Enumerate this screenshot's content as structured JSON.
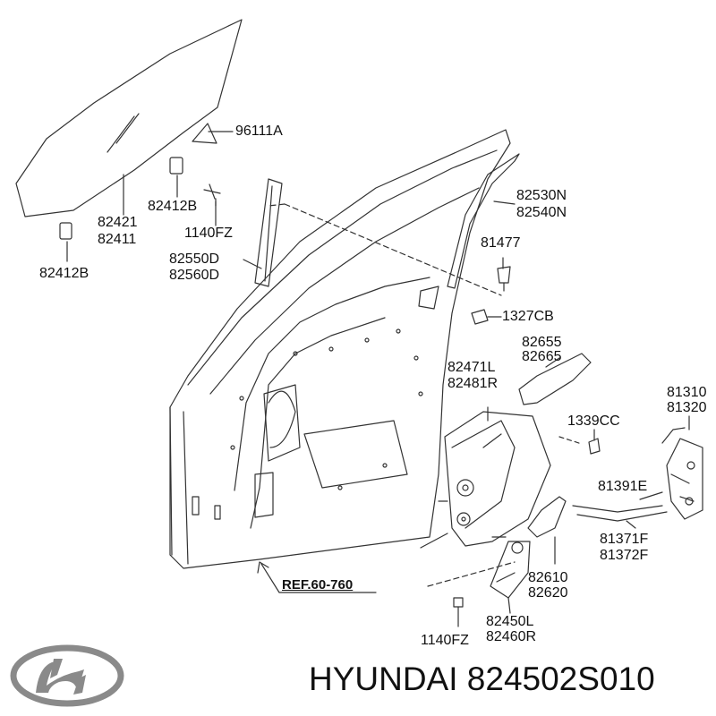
{
  "labels": {
    "l96111a": "96111A",
    "l82421": "82421",
    "l82411": "82411",
    "l82412b_top": "82412B",
    "l1140fz_top": "1140FZ",
    "l82412b_left": "82412B",
    "l82550d": "82550D",
    "l82560d": "82560D",
    "l82530n": "82530N",
    "l82540n": "82540N",
    "l81477": "81477",
    "l1327cb": "1327CB",
    "l82655": "82655",
    "l82665": "82665",
    "l82471l": "82471L",
    "l82481r": "82481R",
    "l81310": "81310",
    "l81320": "81320",
    "l1339cc": "1339CC",
    "l81391e": "81391E",
    "l81371f": "81371F",
    "l81372f": "81372F",
    "l82610": "82610",
    "l82620": "82620",
    "l82450l": "82450L",
    "l82460r": "82460R",
    "l1140fz_bottom": "1140FZ",
    "ref": "REF.60-760"
  },
  "brand": "HYUNDAI 824502S010",
  "logo_icon": "hyundai-logo-icon",
  "colors": {
    "ink": "#111111",
    "line": "#333333",
    "logo": "#8a8a8a"
  }
}
